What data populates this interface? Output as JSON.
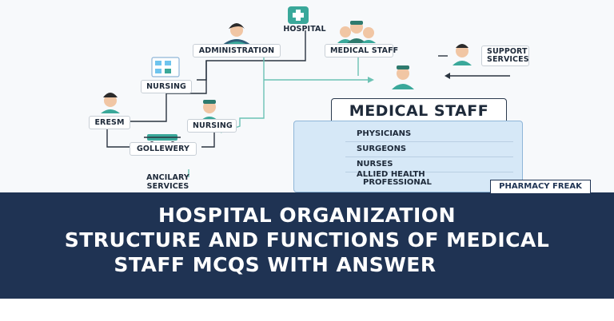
{
  "nodes": {
    "hospital": "HOSPITAL",
    "administration": "ADMINISTRATION",
    "medical_staff_top": "MEDICAL STAFF",
    "support_services_1": "SUPPORT",
    "support_services_2": "SERVICES",
    "nursing_1": "NURSING",
    "eresm": "ERESM",
    "nursing_2": "NURSING",
    "gollewery": "GOLLEWERY",
    "ancillary_1": "ANCILARY",
    "ancillary_2": "SERVICES"
  },
  "medical_staff_panel": {
    "title": "MEDICAL STAFF",
    "rows": [
      "PHYSICIANS",
      "SURGEONS",
      "NURSES"
    ],
    "allied_1": "ALLIED HEALTH",
    "allied_2": "PROFESSIONAL"
  },
  "brand": "PHARMACY FREAK",
  "banner": {
    "line1": "HOSPITAL ORGANIZATION",
    "line2": "STRUCTURE AND FUNCTIONS OF MEDICAL",
    "line3": "STAFF MCQS WITH ANSWER"
  },
  "colors": {
    "banner_bg": "#1f3353",
    "connector_dark": "#2a3440",
    "connector_teal": "#6cc2b4",
    "accent_teal": "#3aa89a",
    "panel_bg": "#d6e8f7"
  }
}
